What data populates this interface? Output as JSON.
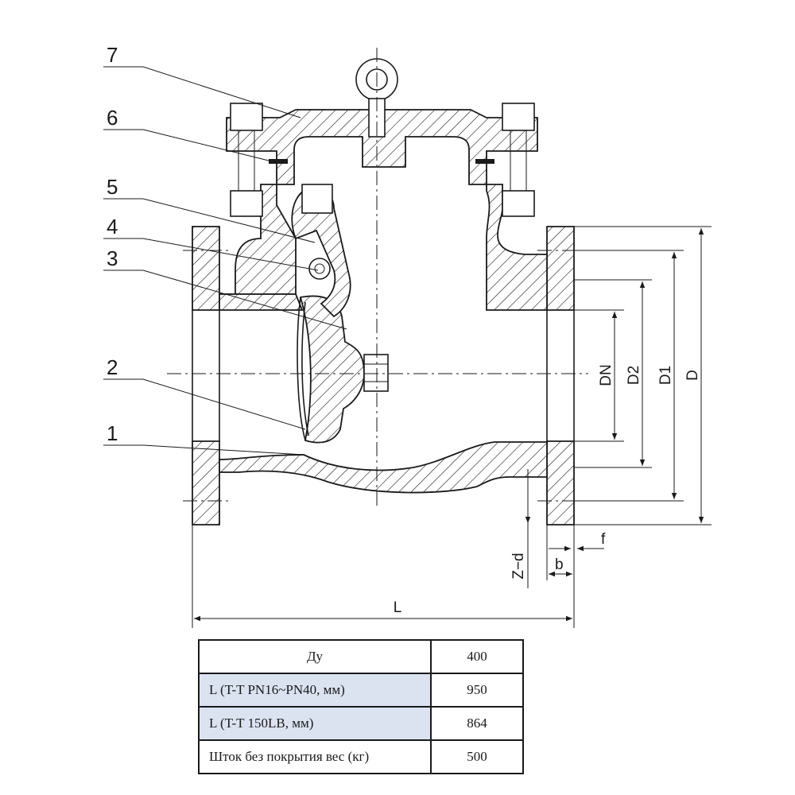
{
  "drawing": {
    "part_labels": [
      "7",
      "6",
      "5",
      "4",
      "3",
      "2",
      "1"
    ],
    "dimension_labels": {
      "dn": "DN",
      "d2": "D2",
      "d1": "D1",
      "d": "D",
      "f": "f",
      "b": "b",
      "z_d": "Z−d",
      "l": "L"
    }
  },
  "spec_table": {
    "rows": [
      {
        "param": "Ду",
        "value": "400"
      },
      {
        "param": "L (T-T  PN16~PN40, мм)",
        "value": "950"
      },
      {
        "param": "L (T-T 150LB, мм)",
        "value": "864"
      },
      {
        "param": "Шток без покрытия вес (кг)",
        "value": "500"
      }
    ]
  }
}
